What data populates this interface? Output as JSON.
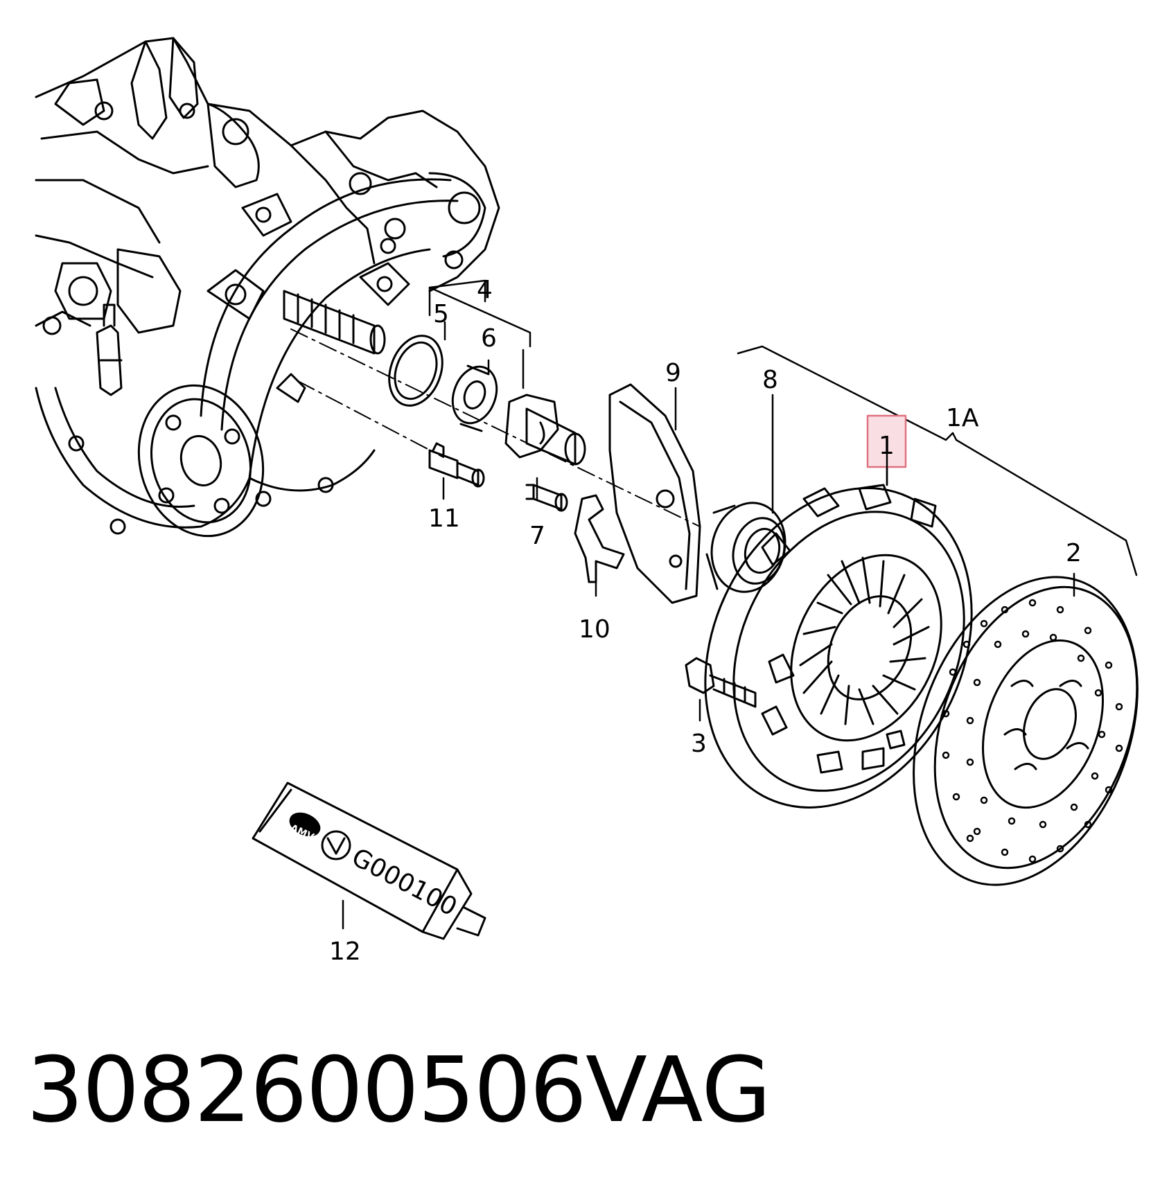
{
  "diagram": {
    "callouts": {
      "c1": "1",
      "c1a": "1A",
      "c2": "2",
      "c3": "3",
      "c4": "4",
      "c5": "5",
      "c6": "6",
      "c7": "7",
      "c8": "8",
      "c9": "9",
      "c10": "10",
      "c11": "11",
      "c12": "12"
    },
    "tube_code": "G000100",
    "tube_logo": "AMV"
  },
  "footer": {
    "part_number": "3082600506",
    "brand": "VAG"
  },
  "colors": {
    "line": "#000000",
    "highlight_fill": "#f9dfe4",
    "highlight_stroke": "#e0707f"
  }
}
